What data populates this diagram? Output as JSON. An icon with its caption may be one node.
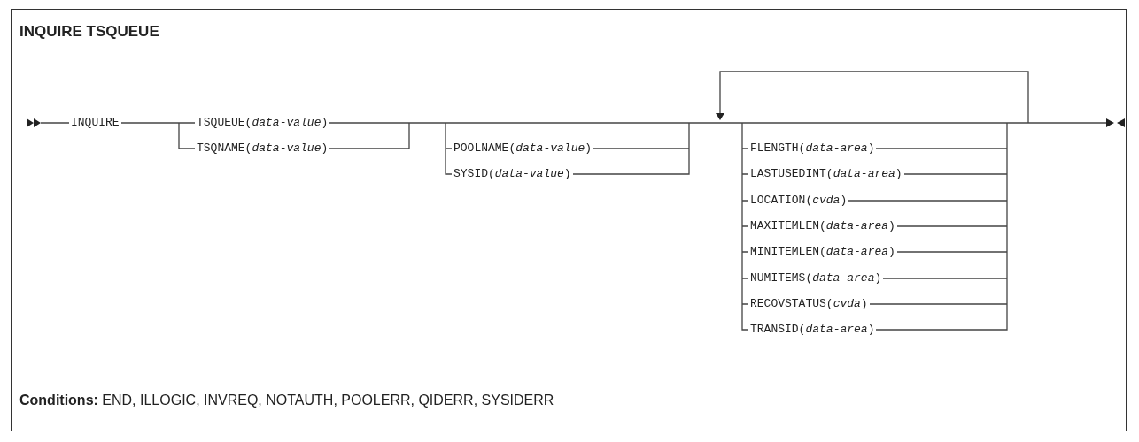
{
  "diagram": {
    "title": "INQUIRE TSQUEUE",
    "caption": "**Conditions:** END, ILLOGIC, INVREQ, NOTAUTH, POOLERR, QIDERR, SYSIDERR",
    "labels": [
      "INQUIRE",
      "TSQUEUE(*data-value*)",
      "TSQNAME(*data-value*)",
      "POOLNAME(*data-value*)",
      "SYSID(*data-value*)",
      "FLENGTH(*data-area*)",
      "LASTUSEDINT(*data-area*)",
      "LOCATION(*cvda*)",
      "MAXITEMLEN(*data-area*)",
      "MINITEMLEN(*data-area*)",
      "NUMITEMS(*data-area*)",
      "RECOVSTATUS(*cvda*)",
      "TRANSID(*data-area*)"
    ]
  }
}
